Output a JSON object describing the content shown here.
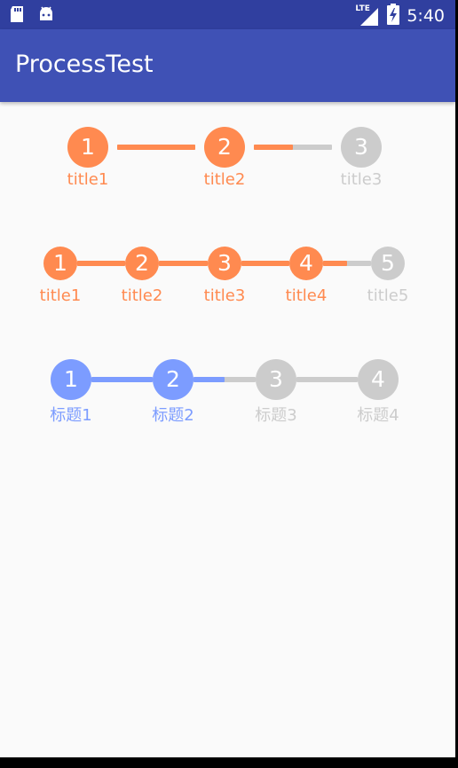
{
  "status_bar": {
    "time": "5:40",
    "network": "LTE",
    "icons": [
      "sd-card-icon",
      "android-icon",
      "signal-icon",
      "battery-charging-icon"
    ]
  },
  "app_bar": {
    "title": "ProcessTest"
  },
  "colors": {
    "status_bar": "#303f9f",
    "app_bar": "#3f51b5",
    "orange": "#ff8a50",
    "blue": "#7c9cff",
    "inactive": "#cccccc"
  },
  "process_views": [
    {
      "active_color": "#ff8a50",
      "current_step": 2,
      "progress_to_next": 0.5,
      "steps": [
        {
          "number": "1",
          "label": "title1"
        },
        {
          "number": "2",
          "label": "title2"
        },
        {
          "number": "3",
          "label": "title3"
        }
      ]
    },
    {
      "active_color": "#ff8a50",
      "current_step": 4,
      "progress_to_next": 0.5,
      "steps": [
        {
          "number": "1",
          "label": "title1"
        },
        {
          "number": "2",
          "label": "title2"
        },
        {
          "number": "3",
          "label": "title3"
        },
        {
          "number": "4",
          "label": "title4"
        },
        {
          "number": "5",
          "label": "title5"
        }
      ]
    },
    {
      "active_color": "#7c9cff",
      "current_step": 2,
      "progress_to_next": 0.5,
      "steps": [
        {
          "number": "1",
          "label": "标题1"
        },
        {
          "number": "2",
          "label": "标题2"
        },
        {
          "number": "3",
          "label": "标题3"
        },
        {
          "number": "4",
          "label": "标题4"
        }
      ]
    }
  ]
}
